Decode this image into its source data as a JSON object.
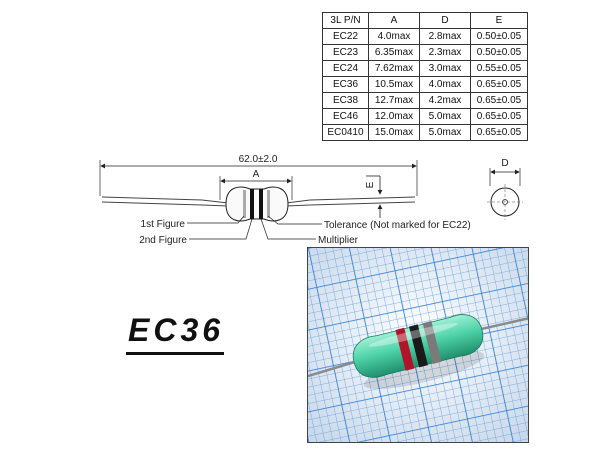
{
  "spec_table": {
    "headers": [
      "3L P/N",
      "A",
      "D",
      "E"
    ],
    "rows": [
      [
        "EC22",
        "4.0max",
        "2.8max",
        "0.50±0.05"
      ],
      [
        "EC23",
        "6.35max",
        "2.3max",
        "0.50±0.05"
      ],
      [
        "EC24",
        "7.62max",
        "3.0max",
        "0.55±0.05"
      ],
      [
        "EC36",
        "10.5max",
        "4.0max",
        "0.65±0.05"
      ],
      [
        "EC38",
        "12.7max",
        "4.2max",
        "0.65±0.05"
      ],
      [
        "EC46",
        "12.0max",
        "5.0max",
        "0.65±0.05"
      ],
      [
        "EC0410",
        "15.0max",
        "5.0max",
        "0.65±0.05"
      ]
    ]
  },
  "diagram": {
    "overall_length": "62.0±2.0",
    "body_length_label": "A",
    "lead_diameter_label": "E",
    "body_diameter_label": "D",
    "callouts": {
      "first_figure": "1st Figure",
      "second_figure": "2nd Figure",
      "tolerance": "Tolerance (Not marked for EC22)",
      "multiplier": "Multiplier"
    }
  },
  "part_label": "EC36",
  "photo": {
    "body_color": "#4fd3a8",
    "band_colors": [
      "#b0142a",
      "#1a1a1a",
      "#7a7a7a"
    ],
    "grid_color": "#2f7fd6"
  }
}
